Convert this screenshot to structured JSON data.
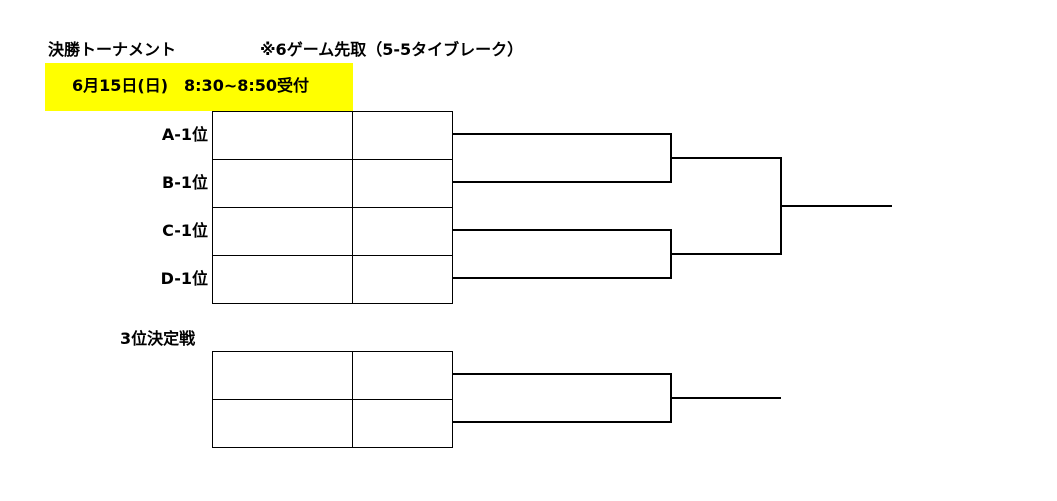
{
  "header": {
    "title": "決勝トーナメント",
    "rule_note": "※6ゲーム先取（5-5タイブレーク）",
    "date_reception": "6月15日(日)　8:30~8:50受付",
    "highlight_color": "#ffff00"
  },
  "final_bracket": {
    "seeds": [
      "A-1位",
      "B-1位",
      "C-1位",
      "D-1位"
    ]
  },
  "third_place": {
    "label": "3位決定戦"
  }
}
